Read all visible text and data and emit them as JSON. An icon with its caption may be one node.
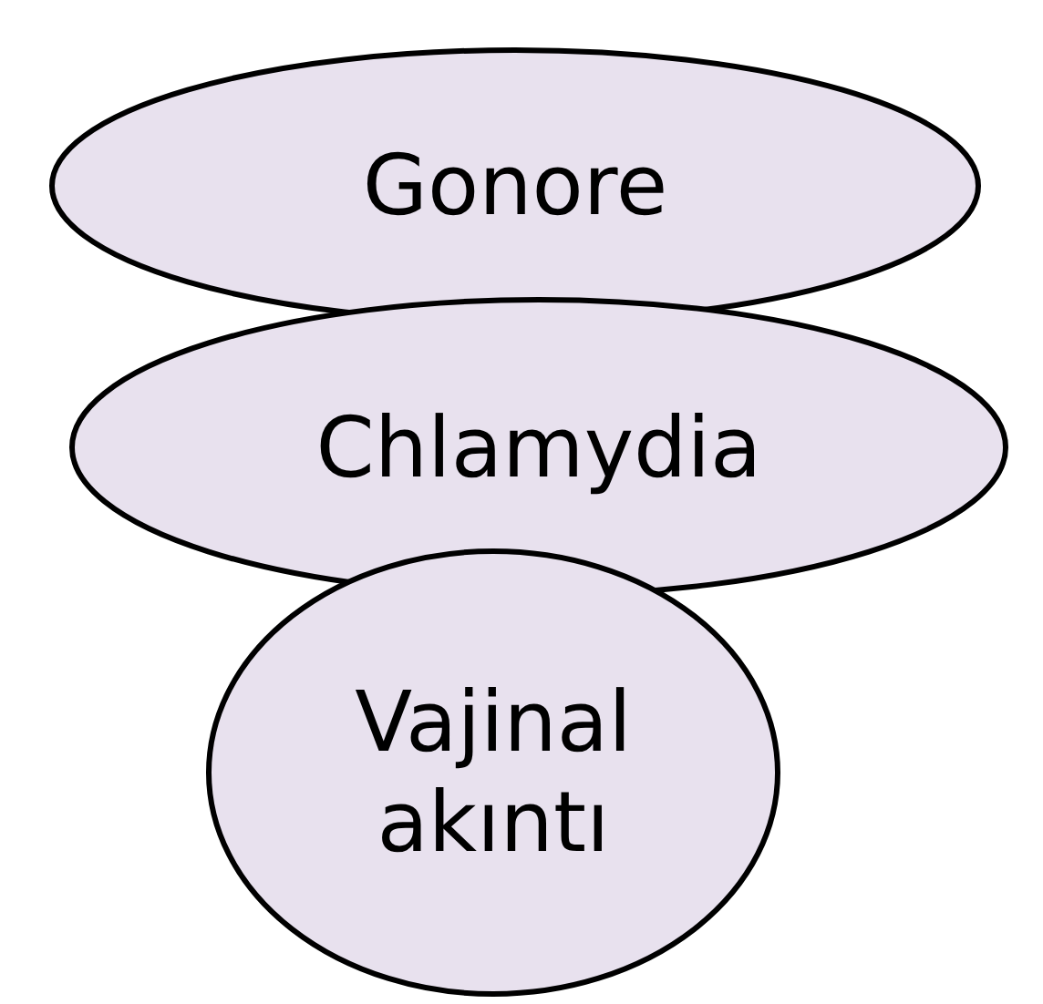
{
  "diagram": {
    "nodes": [
      {
        "text": [
          "Gonore"
        ]
      },
      {
        "text": [
          "Chlamydia"
        ]
      },
      {
        "text": [
          "Vajinal akıntı"
        ]
      }
    ]
  }
}
